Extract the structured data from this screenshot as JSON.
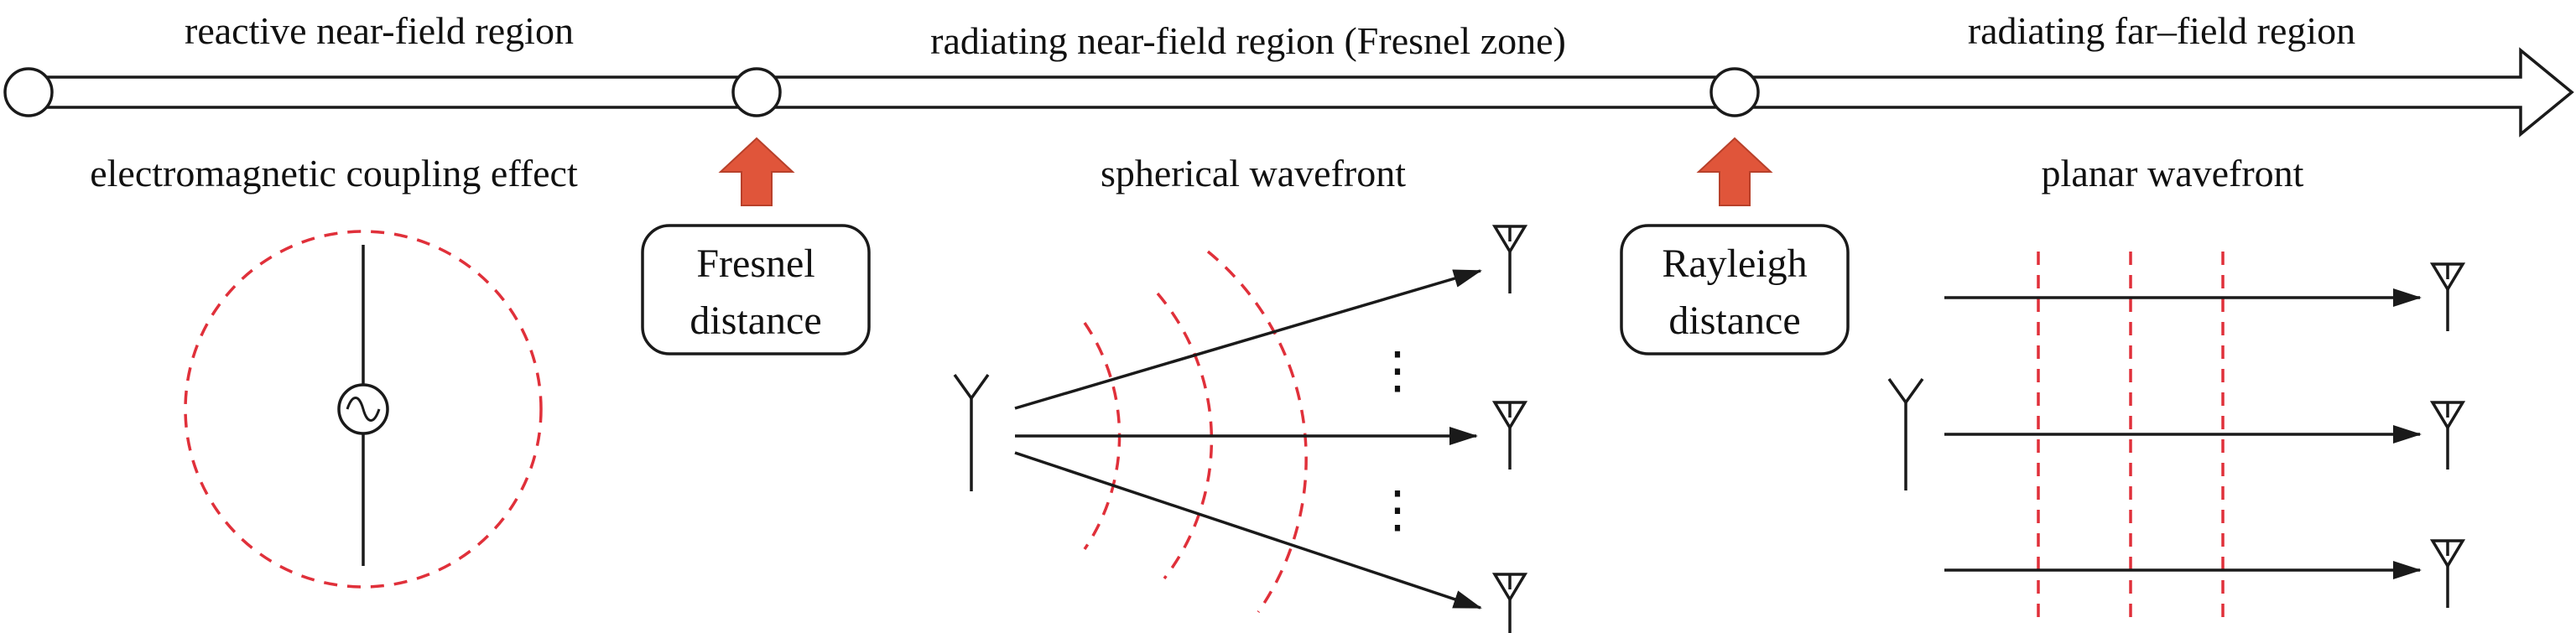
{
  "timeline": {
    "regions": [
      {
        "label": "reactive near-field region"
      },
      {
        "label": "radiating near-field region (Fresnel zone)"
      },
      {
        "label": "radiating far–field region"
      }
    ]
  },
  "left_panel": {
    "title": "electromagnetic coupling effect"
  },
  "middle_panel": {
    "title": "spherical wavefront"
  },
  "right_panel": {
    "title": "planar wavefront"
  },
  "markers": [
    {
      "line1": "Fresnel",
      "line2": "distance"
    },
    {
      "line1": "Rayleigh",
      "line2": "distance"
    }
  ],
  "ellipsis": "⋮",
  "colors": {
    "wavefront": "#e0303a",
    "arrow_fill": "#e0553a",
    "line": "#1a1a1a"
  }
}
